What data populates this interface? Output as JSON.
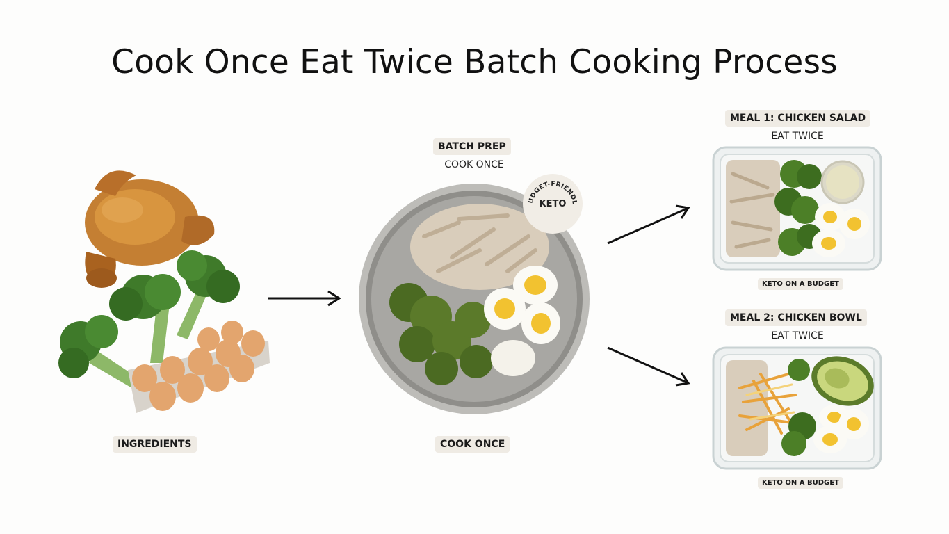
{
  "title": "Cook Once Eat Twice Batch Cooking Process",
  "stages": {
    "ingredients": {
      "label": "INGREDIENTS"
    },
    "batch": {
      "label": "BATCH PREP",
      "subtitle": "COOK ONCE",
      "bottom_label": "COOK ONCE"
    },
    "meal1": {
      "label": "MEAL 1: CHICKEN SALAD",
      "subtitle": "EAT TWICE",
      "footer": "KETO ON A BUDGET"
    },
    "meal2": {
      "label": "MEAL 2: CHICKEN BOWL",
      "subtitle": "EAT TWICE",
      "footer": "KETO ON A BUDGET"
    }
  },
  "badge": {
    "arc_text": "BUDGET-FRIENDLY",
    "main_text": "KETO"
  },
  "colors": {
    "background": "#fdfdfc",
    "pill": "#efebe4",
    "broccoli": "#3f7a2a",
    "egg_yolk": "#f2c230",
    "chicken": "#c98a3d"
  }
}
